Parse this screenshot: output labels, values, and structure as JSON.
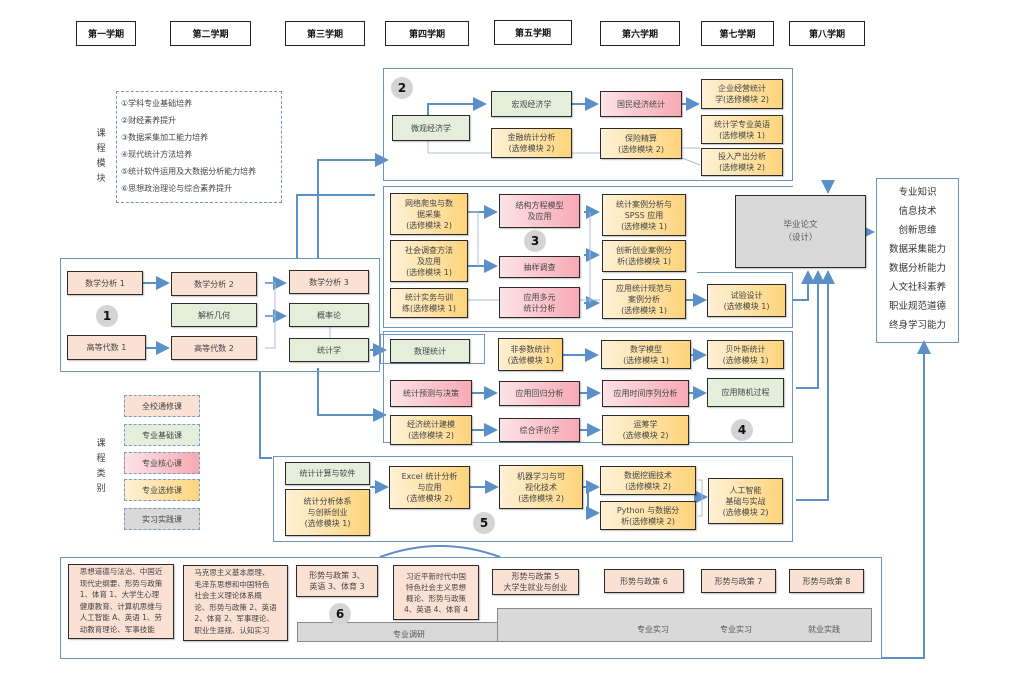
{
  "semesters": [
    "第一学期",
    "第二学期",
    "第三学期",
    "第四学期",
    "第五学期",
    "第六学期",
    "第七学期",
    "第八学期"
  ],
  "module_legend": {
    "label": "课程模块",
    "items": [
      "①学科专业基础培养",
      "②财经素养提升",
      "③数据采集加工能力培养",
      "④现代统计方法培养",
      "⑤统计软件运用及大数据分析能力培养",
      "⑥思想政治理论与综合素养提升"
    ]
  },
  "category_legend": {
    "label": "课程类别",
    "items": [
      {
        "label": "全校通修课",
        "type": "general",
        "color": "#fbe0d4"
      },
      {
        "label": "专业基础课",
        "type": "foundation",
        "color": "#e3efdb"
      },
      {
        "label": "专业核心课",
        "type": "core",
        "color": "#f7a9b4"
      },
      {
        "label": "专业选修课",
        "type": "elective",
        "color": "#fdd47c"
      },
      {
        "label": "实习实践课",
        "type": "practice",
        "color": "#d9d9d9"
      }
    ]
  },
  "module1": {
    "badge": "1",
    "courses": {
      "math_analysis_1": "数学分析 1",
      "math_analysis_2": "数学分析 2",
      "math_analysis_3": "数学分析 3",
      "analytic_geometry": "解析几何",
      "probability": "概率论",
      "statistics": "统计学",
      "advanced_algebra_1": "高等代数 1",
      "advanced_algebra_2": "高等代数 2",
      "math_stats": "数理统计"
    }
  },
  "module2": {
    "badge": "2",
    "courses": {
      "micro": "微观经济学",
      "macro": "宏观经济学",
      "national_econ": "国民经济统计",
      "enterprise": "企业经营统计\n学(选修模块 2)",
      "finance": "金融统计分析\n(选修模块 2)",
      "insurance": "保险精算\n(选修模块 2)",
      "english": "统计学专业英语\n(选修模块 1)",
      "io": "投入产出分析\n(选修模块 2)"
    }
  },
  "module3": {
    "badge": "3",
    "courses": {
      "crawler": "网络爬虫与数\n据采集\n(选修模块 2)",
      "survey": "社会调查方法\n及应用\n(选修模块 1)",
      "practice": "统计实务与训\n练(选修模块 1)",
      "sem": "结构方程模型\n及应用",
      "sampling": "抽样调查",
      "multivariate": "应用多元\n统计分析",
      "spss": "统计案例分析与\nSPSS 应用\n(选修模块 1)",
      "innovation": "创新创业案例分\n析(选修模块 1)",
      "norms": "应用统计规范与\n案例分析\n(选修模块 1)",
      "experiment": "试验设计\n(选修模块 1)"
    }
  },
  "module4": {
    "badge": "4",
    "courses": {
      "nonparam": "非参数统计\n(选修模块 1)",
      "math_model": "数学模型\n(选修模块 1)",
      "bayes": "贝叶斯统计\n(选修模块 1)",
      "forecast": "统计预测与决策",
      "regression": "应用回归分析",
      "timeseries": "应用时间序列分析",
      "stochastic": "应用随机过程",
      "econ_model": "经济统计建模\n(选修模块 2)",
      "evaluation": "综合评价学",
      "operations": "运筹学\n(选修模块 2)"
    }
  },
  "module5": {
    "badge": "5",
    "courses": {
      "computing": "统计计算与软件",
      "system": "统计分析体系\n与创新创业\n(选修模块 1)",
      "excel": "Excel 统计分析\n与应用\n(选修模块 2)",
      "ml": "机器学习与可\n视化技术\n(选修模块 2)",
      "mining": "数据挖掘技术\n(选修模块 2)",
      "python": "Python 与数据分\n析(选修模块 2)",
      "ai": "人工智能\n基础与实战\n(选修模块 2)"
    }
  },
  "module6": {
    "badge": "6",
    "courses": [
      "思想道德与法治、中国近\n现代史纲要、形势与政策\n1、体育 1、大学生心理\n健康教育、计算机思维与\n人工智能 A、英语 1、劳\n动教育理论、军事技能",
      "马克思主义基本原理、\n毛泽东思想和中国特色\n社会主义理论体系概\n论、形势与政策 2、英语\n2、体育 2、军事理论、\n职业生涯规、认知实习",
      "形势与政策 3、\n英语 3、体育 3",
      "习近平新时代中国\n特色社会主义思想\n概论、形势与政策\n4、英语 4、体育 4",
      "形势与政策 5\n大学生就业与创业",
      "形势与政策 6",
      "形势与政策 7",
      "形势与政策 8"
    ],
    "practice": [
      "专业调研",
      "专业实习",
      "专业实习",
      "就业实践"
    ]
  },
  "thesis": "毕业论文\n（设计）",
  "outcomes": [
    "专业知识",
    "信息技术",
    "创新思维",
    "数据采集能力",
    "数据分析能力",
    "人文社科素养",
    "职业规范道德",
    "终身学习能力"
  ]
}
